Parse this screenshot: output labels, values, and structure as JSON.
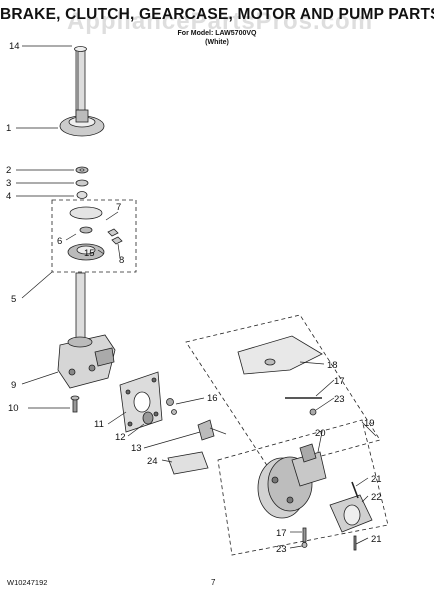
{
  "header": {
    "title": "BRAKE, CLUTCH, GEARCASE, MOTOR AND PUMP PARTS",
    "subtitle_line1": "For Model: LAW5700VQ",
    "subtitle_line2": "(White)",
    "watermark": "AppliancePartsPros.com"
  },
  "callouts": [
    "1",
    "2",
    "3",
    "4",
    "5",
    "6",
    "7",
    "8",
    "9",
    "10",
    "11",
    "12",
    "13",
    "14",
    "15",
    "16",
    "17",
    "17",
    "18",
    "19",
    "20",
    "21",
    "21",
    "22",
    "23",
    "23",
    "24"
  ],
  "footer": {
    "doc_number": "W10247192",
    "page_number": "7"
  }
}
